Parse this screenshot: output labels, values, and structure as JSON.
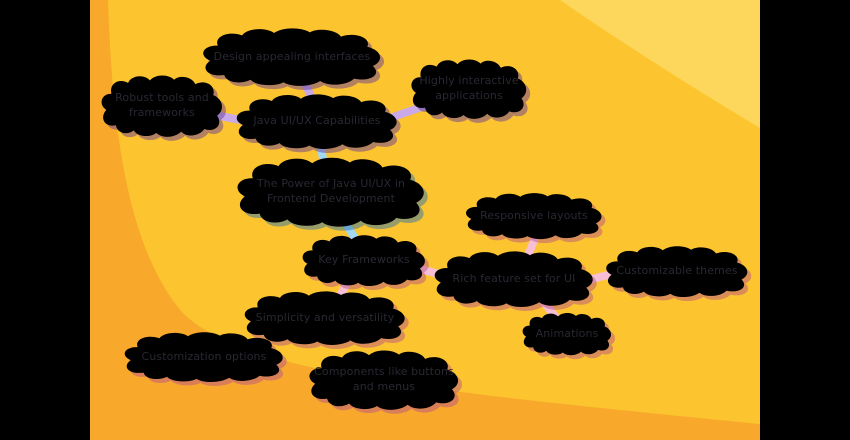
{
  "title": "The Power of Java UI/UX in Frontend Development mind map",
  "colors": {
    "page_bg": "#000000",
    "bg_mid": "#FCC52F",
    "bg_light": "#FDD75B",
    "bg_dark": "#F8A92C",
    "purple_fill": "#B794DE",
    "blue_fill": "#8FD3F4",
    "pink_fill": "#F2A9C6",
    "outline": "#221E29",
    "text": "#2A2731",
    "connector_purple": "#C9A9E8",
    "connector_blue": "#A2D8F2",
    "connector_pink": "#F6BFD6"
  },
  "nodes": {
    "root": {
      "label": "The Power of Java UI/UX in\nFrontend Development",
      "color": "blue"
    },
    "java_capabilities": {
      "label": "Java UI/UX Capabilities",
      "color": "purple"
    },
    "design_appealing": {
      "label": "Design appealing interfaces",
      "color": "purple"
    },
    "robust_tools": {
      "label": "Robust tools and\nframeworks",
      "color": "purple"
    },
    "highly_interactive": {
      "label": "Highly interactive\napplications",
      "color": "purple"
    },
    "key_frameworks": {
      "label": "Key Frameworks",
      "color": "pink"
    },
    "responsive_layouts": {
      "label": "Responsive layouts",
      "color": "pink"
    },
    "rich_feature_set": {
      "label": "Rich feature set for UI",
      "color": "pink"
    },
    "customizable_themes": {
      "label": "Customizable themes",
      "color": "pink"
    },
    "animations": {
      "label": "Animations",
      "color": "pink"
    },
    "simplicity": {
      "label": "Simplicity and versatility",
      "color": "pink"
    },
    "customization_options": {
      "label": "Customization options",
      "color": "pink"
    },
    "components": {
      "label": "Components like buttons\nand menus",
      "color": "pink"
    }
  },
  "edges": [
    {
      "from": "java_capabilities",
      "to": "design_appealing"
    },
    {
      "from": "java_capabilities",
      "to": "robust_tools"
    },
    {
      "from": "java_capabilities",
      "to": "highly_interactive"
    },
    {
      "from": "root",
      "to": "java_capabilities"
    },
    {
      "from": "root",
      "to": "key_frameworks"
    },
    {
      "from": "key_frameworks",
      "to": "rich_feature_set"
    },
    {
      "from": "key_frameworks",
      "to": "simplicity"
    },
    {
      "from": "rich_feature_set",
      "to": "responsive_layouts"
    },
    {
      "from": "rich_feature_set",
      "to": "customizable_themes"
    },
    {
      "from": "rich_feature_set",
      "to": "animations"
    },
    {
      "from": "simplicity",
      "to": "customization_options"
    },
    {
      "from": "simplicity",
      "to": "components"
    }
  ]
}
